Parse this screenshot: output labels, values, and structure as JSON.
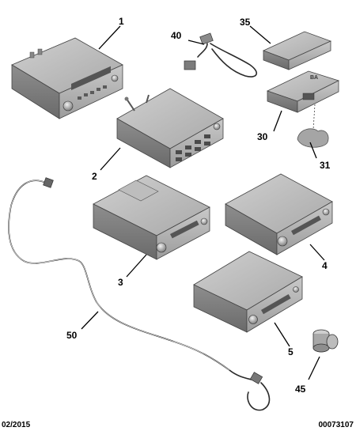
{
  "diagram": {
    "parts": [
      {
        "ref": "1"
      },
      {
        "ref": "2"
      },
      {
        "ref": "3"
      },
      {
        "ref": "4"
      },
      {
        "ref": "5"
      },
      {
        "ref": "30"
      },
      {
        "ref": "31"
      },
      {
        "ref": "35"
      },
      {
        "ref": "40"
      },
      {
        "ref": "45"
      },
      {
        "ref": "50"
      }
    ]
  },
  "footer": {
    "date": "02/2015",
    "code": "00073107"
  }
}
